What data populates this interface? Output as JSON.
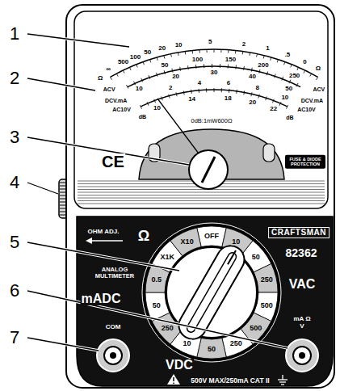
{
  "diagram": {
    "labels": [
      "1",
      "2",
      "3",
      "4",
      "5",
      "6",
      "7",
      "Ω",
      "∞",
      "500",
      "100",
      "50",
      "20",
      "10",
      "5",
      "2",
      "1",
      ".5",
      "0",
      "Ω",
      "ACV",
      "DCV.mA",
      "AC10V",
      "dB",
      "50",
      "100",
      "150",
      "200",
      "250",
      "10",
      "20",
      "30",
      "40",
      "50",
      "2",
      "4",
      "6",
      "8",
      "10",
      "10",
      "14",
      "18",
      "20",
      "22",
      "ACV",
      "DCV.mA",
      "AC10V",
      "dB",
      "0dB:1mW600Ω",
      "CE",
      "FUSE & DIODE PROTECTION",
      "OHM ADJ.",
      "Ω",
      "ANALOG MULTIMETER",
      "CRAFTSMAN",
      "82362",
      "VAC",
      "mADC",
      "VDC",
      "COM",
      "mA Ω V",
      "500V MAX/250mA CAT II",
      "OFF",
      "10",
      "50",
      "250",
      "500",
      "500",
      "250",
      "50",
      "10",
      "250",
      "50",
      "0.5",
      "X1K",
      "X10"
    ]
  }
}
